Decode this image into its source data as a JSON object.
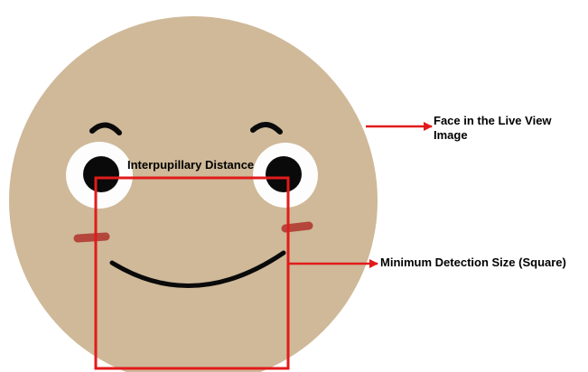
{
  "labels": {
    "interpupillary_distance": "Interpupillary Distance",
    "face_in_live_view": "Face in the Live View Image",
    "minimum_detection_size": "Minimum Detection Size (Square)"
  },
  "colors": {
    "face": "#cfb999",
    "eye_white": "#fdfdfd",
    "pupil": "#0a0a0a",
    "blush": "#b23a32",
    "annotation": "#e11b1b",
    "ink": "#000000"
  }
}
